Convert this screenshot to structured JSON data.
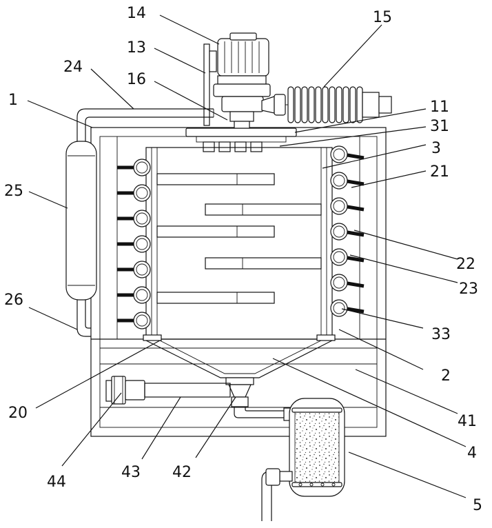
{
  "labels": {
    "l1": "1",
    "l2": "2",
    "l3": "3",
    "l4": "4",
    "l5": "5",
    "l11": "11",
    "l13": "13",
    "l14": "14",
    "l15": "15",
    "l16": "16",
    "l20": "20",
    "l21": "21",
    "l22": "22",
    "l23": "23",
    "l24": "24",
    "l25": "25",
    "l26": "26",
    "l31": "31",
    "l33": "33",
    "l41": "41",
    "l42": "42",
    "l43": "43",
    "l44": "44"
  }
}
